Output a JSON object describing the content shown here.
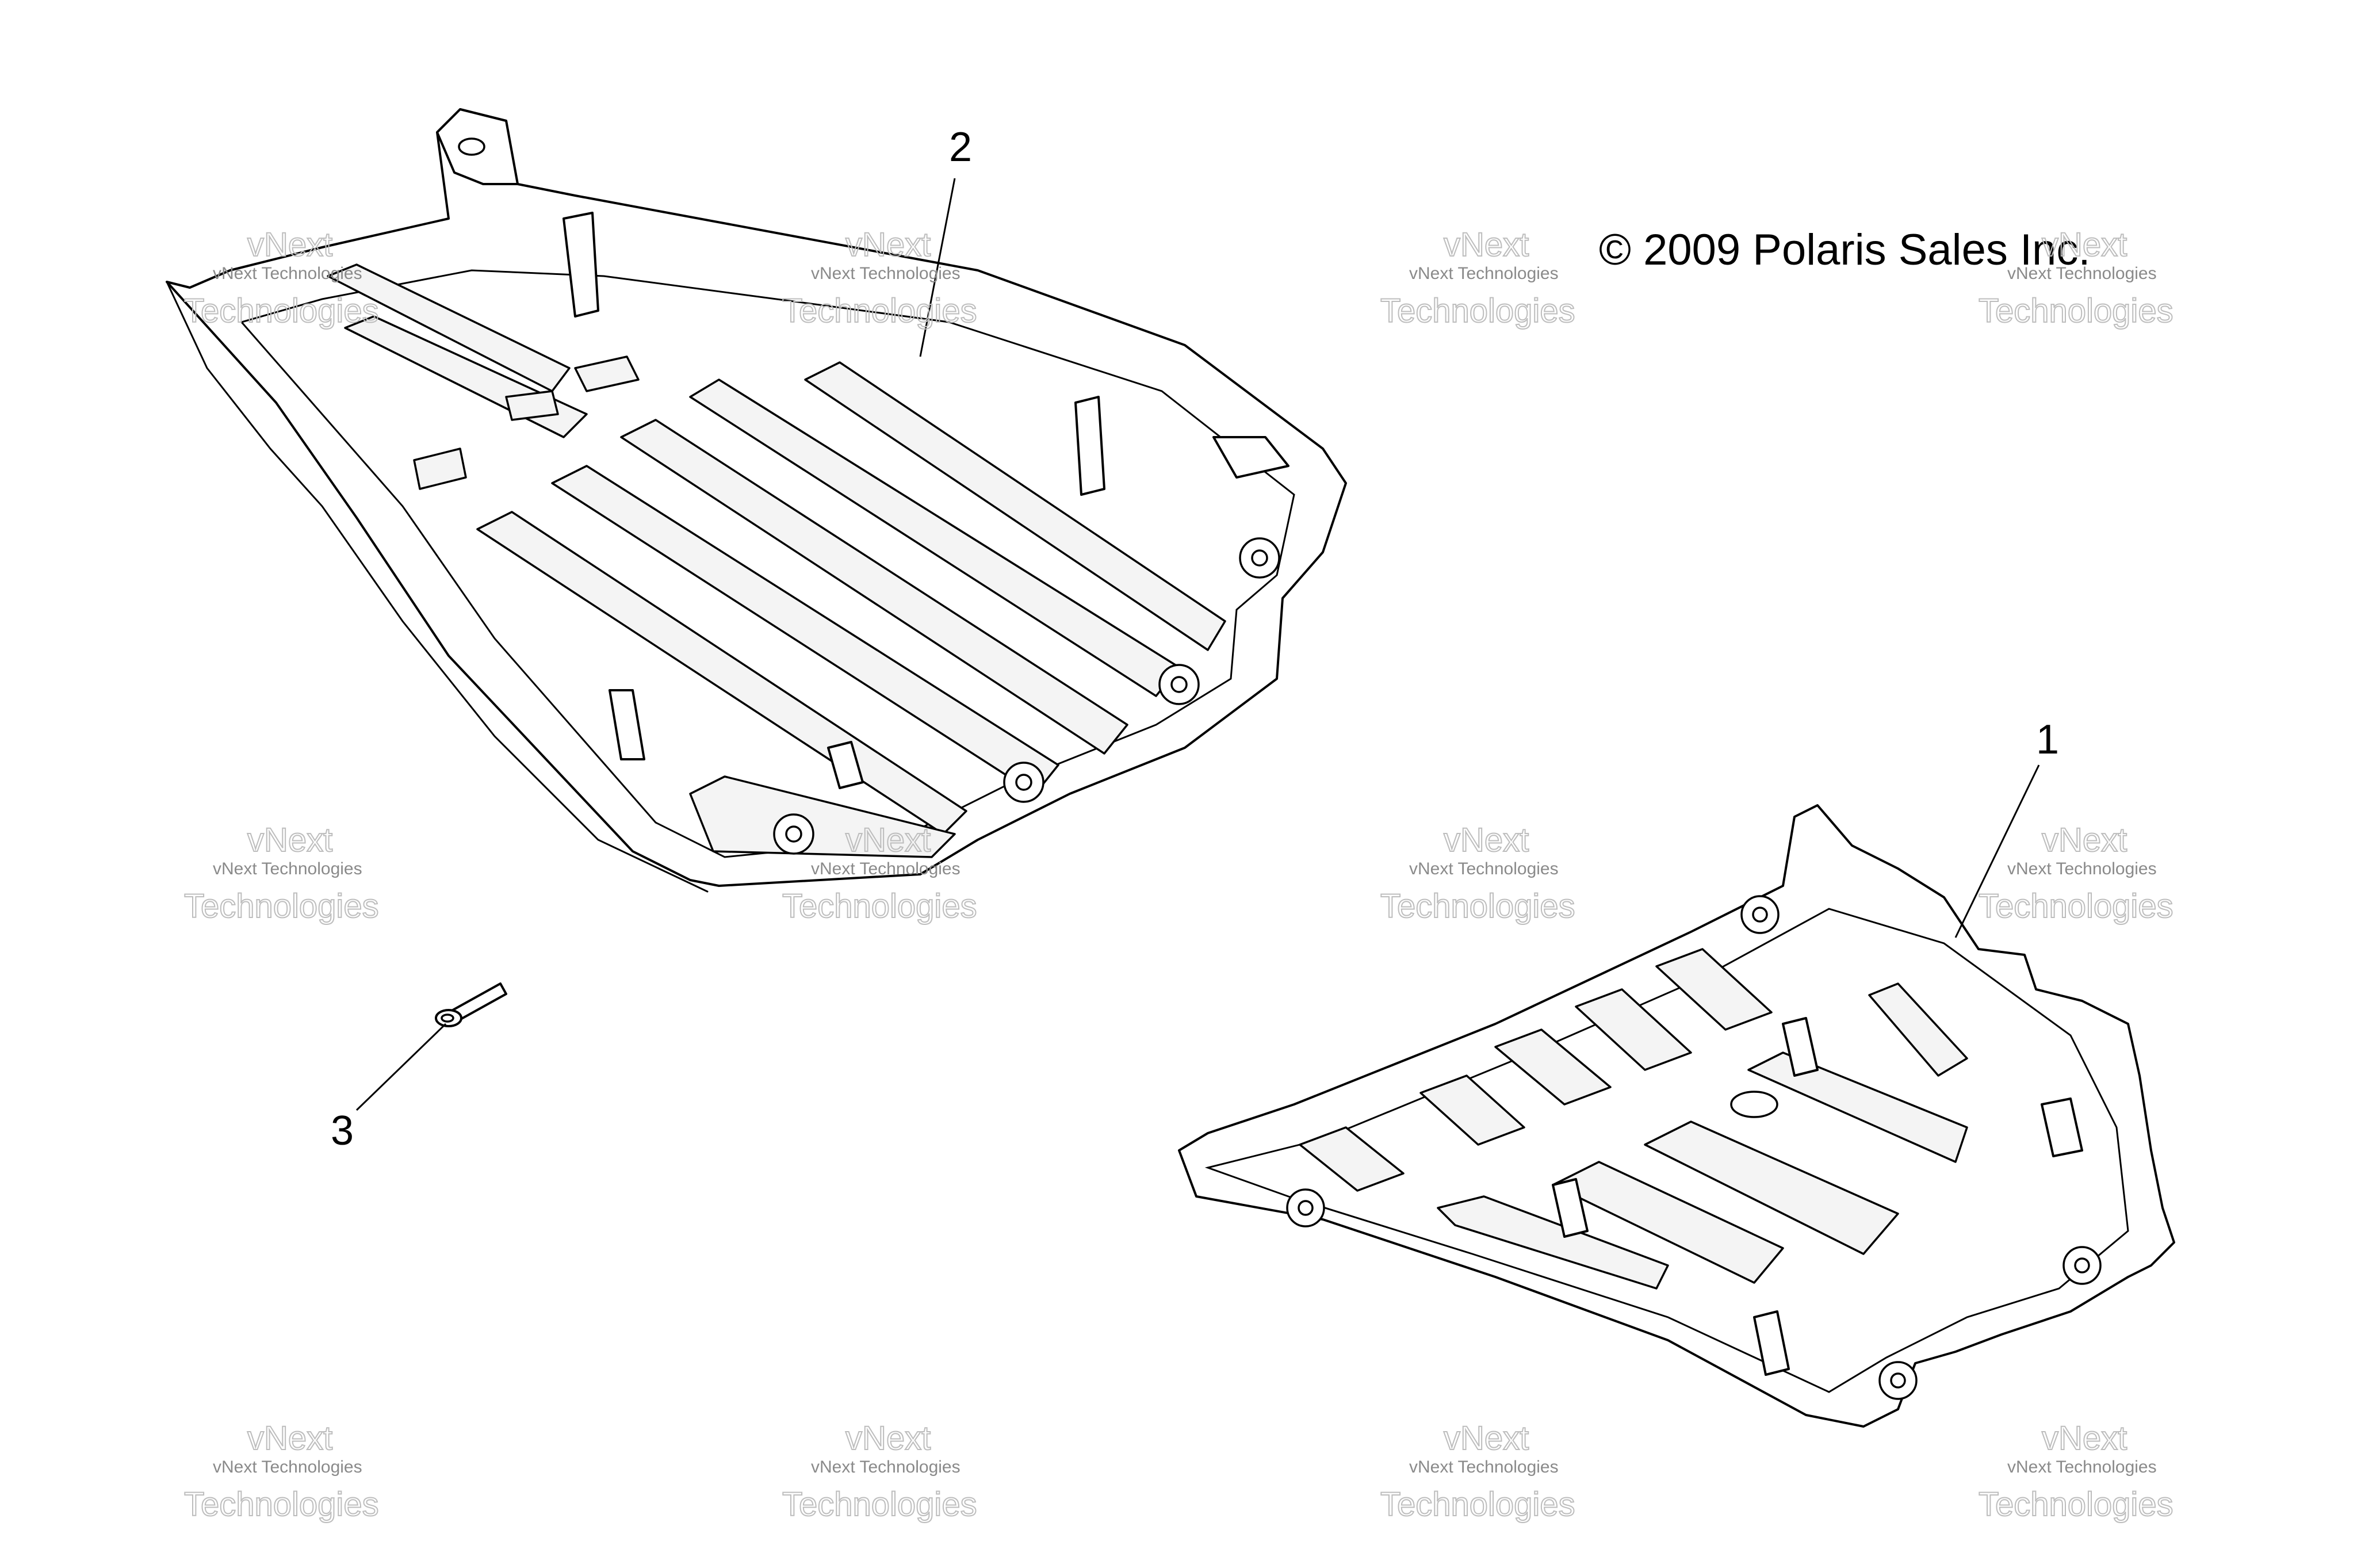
{
  "copyright": "© 2009 Polaris Sales Inc.",
  "callouts": [
    {
      "id": "1",
      "label": "1"
    },
    {
      "id": "2",
      "label": "2"
    },
    {
      "id": "3",
      "label": "3"
    }
  ],
  "watermark": {
    "line_small": "vNext Technologies",
    "line_big_top": "vNext",
    "line_big": "Technologies"
  },
  "colors": {
    "ink": "#000000",
    "background": "#ffffff",
    "watermark": "#8a8a8a"
  }
}
